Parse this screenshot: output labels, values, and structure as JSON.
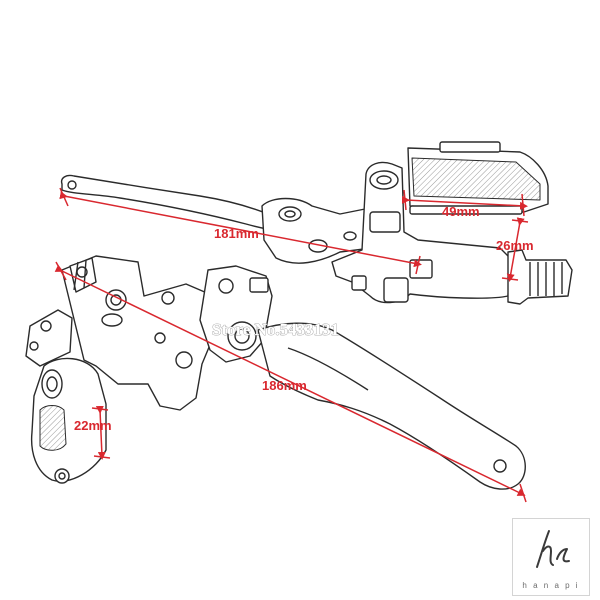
{
  "dimensions": {
    "lever_upper_length": "181mm",
    "reservoir_width": "49mm",
    "reservoir_height": "26mm",
    "lever_lower_length": "186mm",
    "clamp_diameter": "22mm"
  },
  "watermark": {
    "text": "Store No.5433131"
  },
  "logo": {
    "brand": "hanapi",
    "text": "h a n a p i"
  },
  "colors": {
    "dimension_line": "#d9282f",
    "outline": "#2b2b2b",
    "background": "#ffffff"
  }
}
